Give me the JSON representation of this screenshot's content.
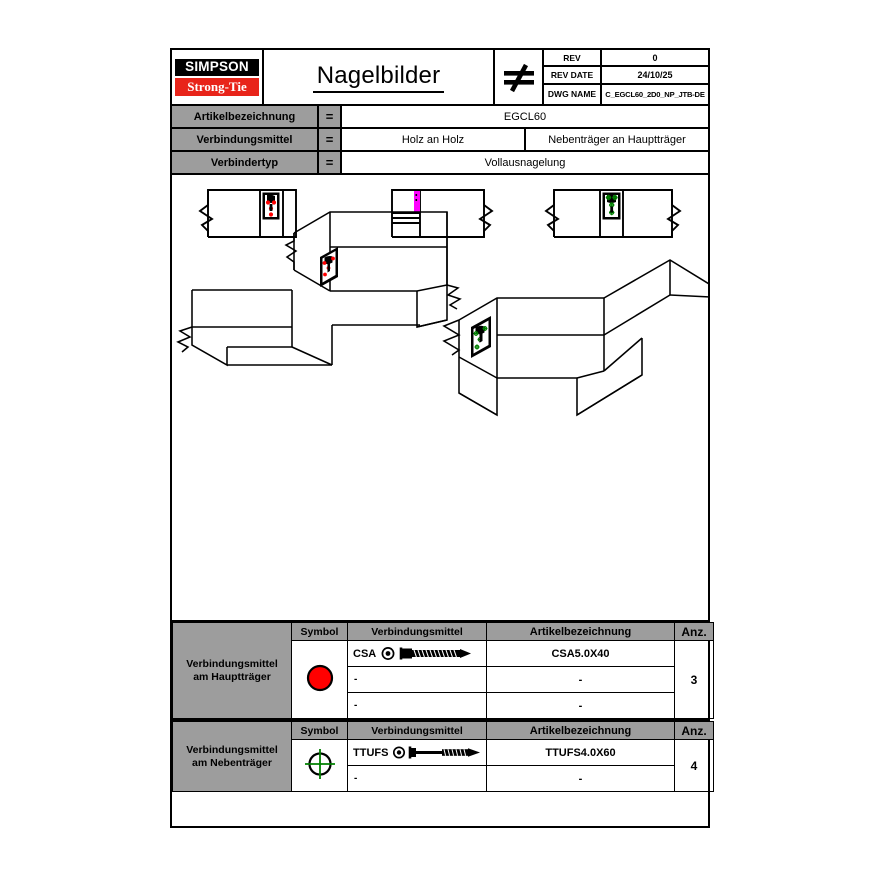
{
  "sheet": {
    "title": "Nagelbilder",
    "logo": {
      "line1": "SIMPSON",
      "line2": "Strong-Tie"
    },
    "projection_symbol": "≠",
    "rev": {
      "rev_label": "REV",
      "rev_value": "0",
      "rev_date_label": "REV DATE",
      "rev_date_value": "24/10/25",
      "dwg_name_label": "DWG NAME",
      "dwg_name_value": "C_EGCL60_2D0_NP_JTB-DE"
    },
    "info_rows": [
      {
        "label": "Artikelbezeichnung",
        "eq": "=",
        "values": [
          "EGCL60"
        ]
      },
      {
        "label": "Verbindungsmittel",
        "eq": "=",
        "values": [
          "Holz an Holz",
          "Nebenträger an Hauptträger"
        ]
      },
      {
        "label": "Verbindertyp",
        "eq": "=",
        "values": [
          "Vollausnagelung"
        ]
      }
    ]
  },
  "bom": [
    {
      "name": "Verbindungsmittel\nam Hauptträger",
      "name_line1": "Verbindungsmittel",
      "name_line2": "am Hauptträger",
      "headers": {
        "symbol": "Symbol",
        "fastener": "Verbindungsmittel",
        "article": "Artikelbezeichnung",
        "qty": "Anz."
      },
      "symbol_type": "filled-circle",
      "symbol_color": "#ff0000",
      "qty": "3",
      "rows": [
        {
          "code": "CSA",
          "screw": "csa-screw",
          "article": "CSA5.0X40"
        },
        {
          "code": "-",
          "screw": "",
          "article": "-"
        },
        {
          "code": "-",
          "screw": "",
          "article": "-"
        }
      ]
    },
    {
      "name": "Verbindungsmittel\nam Nebenträger",
      "name_line1": "Verbindungsmittel",
      "name_line2": "am Nebenträger",
      "headers": {
        "symbol": "Symbol",
        "fastener": "Verbindungsmittel",
        "article": "Artikelbezeichnung",
        "qty": "Anz."
      },
      "symbol_type": "crosshair",
      "symbol_color": "#00a000",
      "qty": "4",
      "rows": [
        {
          "code": "TTUFS",
          "screw": "ttufs-nail",
          "article": "TTUFS4.0X60"
        },
        {
          "code": "-",
          "screw": "",
          "article": "-"
        }
      ]
    }
  ],
  "drawings": {
    "top_views": [
      {
        "name": "front-elevation-red-fasteners",
        "marker_color": "#ff0000"
      },
      {
        "name": "side-elevation-magenta-connector",
        "marker_color": "#ff00ff"
      },
      {
        "name": "plan-view-green-fasteners",
        "marker_color": "#008000"
      }
    ],
    "iso_views": [
      {
        "name": "iso-main-beam-red",
        "marker_color": "#ff0000"
      },
      {
        "name": "iso-secondary-beam-green",
        "marker_color": "#008000"
      }
    ]
  },
  "colors": {
    "brand_red": "#e8241a",
    "header_grey": "#9d9d9d",
    "marker_red": "#ff0000",
    "marker_green": "#008000",
    "marker_magenta": "#ff00ff",
    "line_black": "#000000"
  }
}
